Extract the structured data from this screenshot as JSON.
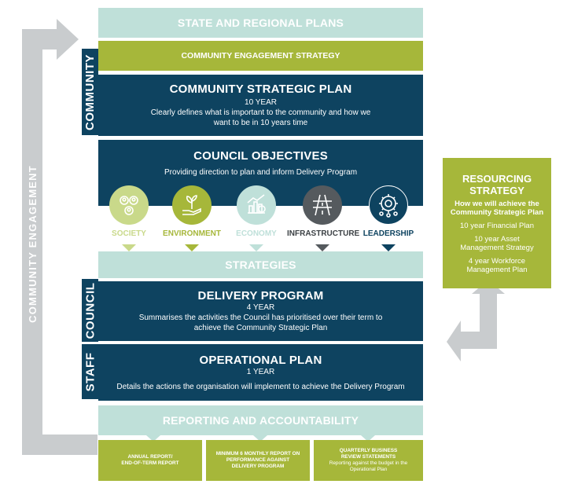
{
  "side_labels": {
    "community_engagement": "COMMUNITY ENGAGEMENT",
    "community": "COMMUNITY",
    "council": "COUNCIL",
    "staff": "STAFF"
  },
  "bands": {
    "state_regional": "STATE AND REGIONAL PLANS",
    "engagement_strategy": "COMMUNITY ENGAGEMENT STRATEGY",
    "csp_title": "COMMUNITY STRATEGIC PLAN",
    "csp_years": "10 YEAR",
    "csp_desc_1": "Clearly defines what is important to the community and how we",
    "csp_desc_2": "want to be in 10 years time",
    "objectives_title": "COUNCIL OBJECTIVES",
    "objectives_desc": "Providing direction to plan and inform Delivery Program",
    "strategies": "STRATEGIES",
    "delivery_title": "DELIVERY PROGRAM",
    "delivery_years": "4 YEAR",
    "delivery_desc_1": "Summarises the activities the Council has prioritised over their term to",
    "delivery_desc_2": "achieve the Community Strategic Plan",
    "operational_title": "OPERATIONAL PLAN",
    "operational_years": "1 YEAR",
    "operational_desc": "Details the actions the organisation will implement to achieve the Delivery Program",
    "reporting": "REPORTING AND ACCOUNTABILITY"
  },
  "objectives": [
    {
      "label": "SOCIETY",
      "icon": "people-icon",
      "color": "#c9d98a",
      "text_color": "#c9d98a"
    },
    {
      "label": "ENVIRONMENT",
      "icon": "plant-hand-icon",
      "color": "#a6b73a",
      "text_color": "#a6b73a"
    },
    {
      "label": "ECONOMY",
      "icon": "economy-chart-icon",
      "color": "#bfe0d9",
      "text_color": "#bfe0d9"
    },
    {
      "label": "INFRASTRUCTURE",
      "icon": "road-icon",
      "color": "#555a5e",
      "text_color": "#3c4145"
    },
    {
      "label": "LEADERSHIP",
      "icon": "gear-people-icon",
      "color": "#0e4360",
      "text_color": "#0e4360"
    }
  ],
  "reports": [
    {
      "line1": "ANNUAL REPORT/",
      "line2": "END-OF-TERM REPORT",
      "line3": "",
      "note1": "",
      "note2": ""
    },
    {
      "line1": "MINIMUM 6 MONTHLY REPORT ON",
      "line2": "PERFORMANCE AGAINST",
      "line3": "DELIVERY PROGRAM",
      "note1": "",
      "note2": ""
    },
    {
      "line1": "QUARTERLY BUSINESS",
      "line2": "REVIEW STATEMENTS",
      "line3": "",
      "note1": "Reporting against the budget in the",
      "note2": "Operational Plan"
    }
  ],
  "resourcing": {
    "title_1": "RESOURCING",
    "title_2": "STRATEGY",
    "subtitle_1": "How we will achieve the",
    "subtitle_2": "Community Strategic Plan",
    "item1": "10 year Financial Plan",
    "item2_1": "10 year Asset",
    "item2_2": "Management Strategy",
    "item3_1": "4 year Workforce",
    "item3_2": "Management Plan"
  },
  "colors": {
    "light_teal": "#bfe0d9",
    "olive_green": "#a6b73a",
    "navy": "#0e4360",
    "grey_arrow": "#c9ccce"
  }
}
